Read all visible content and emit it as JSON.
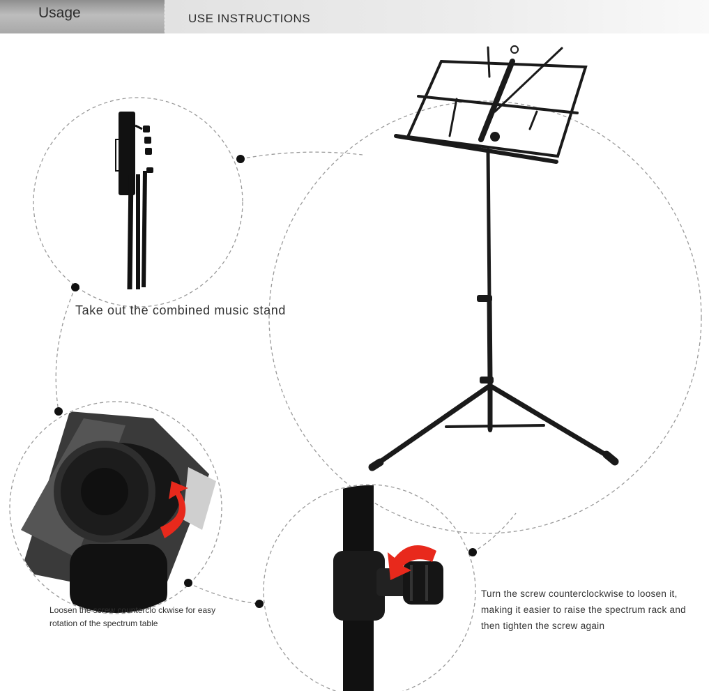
{
  "header": {
    "tab_label": "Usage",
    "title": "USE INSTRUCTIONS"
  },
  "captions": {
    "step1": "Take out the combined music stand",
    "step2": "Loosen the screw counterclo ckwise for easy rotation of the spectrum table",
    "step3": "Turn the screw counterclockwise to loosen it, making it easier to raise the spectrum rack and then tighten the screw again"
  },
  "colors": {
    "accent_arrow": "#e8291c",
    "stand": "#1a1a1a",
    "dashed_line": "#9a9a9a"
  }
}
